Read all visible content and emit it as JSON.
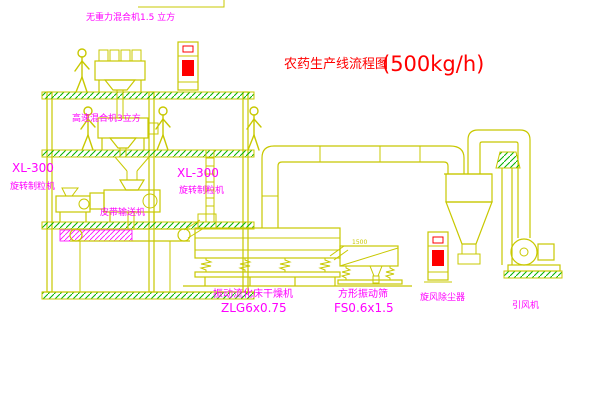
{
  "title": {
    "name": "农药生产线流程图",
    "capacity": "(500kg/h)"
  },
  "labels": {
    "mixer_top": "无重力混合机1.5 立方",
    "mixer_high_speed": "高速混合机3立方",
    "granulator_left_model": "XL-300",
    "granulator_left_name": "旋转制粒机",
    "granulator_mid_model": "XL-300",
    "granulator_mid_name": "旋转制粒机",
    "belt_conveyor": "皮带输送机",
    "dryer_name": "振动流化床干燥机",
    "dryer_model": "ZLG6x0.75",
    "screen_name": "方形振动筛",
    "screen_model": "FS0.6x1.5",
    "cyclone": "旋风除尘器",
    "fan": "引风机",
    "dim_screen": "1500"
  },
  "colors": {
    "background": "#ffffff",
    "line": "#c8c800",
    "hatch": "#00b400",
    "label": "#ff00ff",
    "title": "#ff0000",
    "panel": "#ff0000"
  }
}
